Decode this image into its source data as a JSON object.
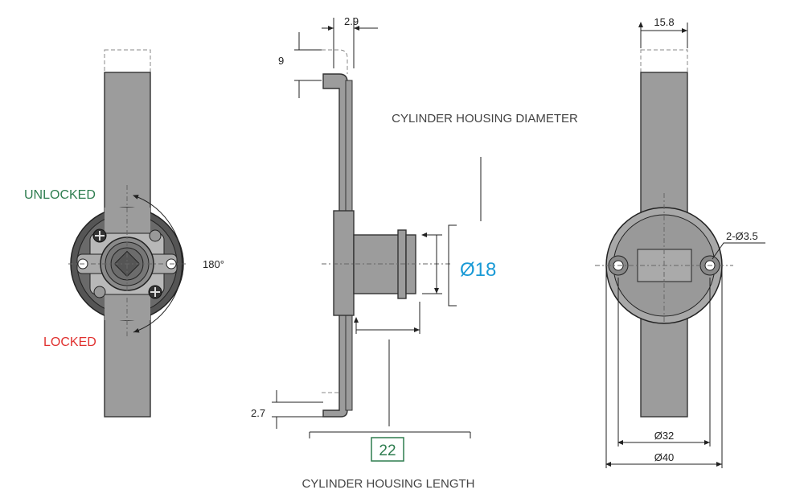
{
  "labels": {
    "unlocked": "UNLOCKED",
    "locked": "LOCKED",
    "rotation": "180°",
    "housing_diameter": "CYLINDER HOUSING DIAMETER",
    "housing_length": "CYLINDER HOUSING LENGTH"
  },
  "dimensions": {
    "plate_thickness_top": "2.9",
    "offset_top": "9",
    "plate_thickness_bottom": "2.7",
    "housing_length": "22",
    "housing_diameter": "Ø18",
    "bar_width": "15.8",
    "holes": "2-Ø3.5",
    "inner_diameter": "Ø32",
    "outer_diameter": "Ø40"
  },
  "colors": {
    "unlocked": "#2e7d4f",
    "locked": "#e0312f",
    "accent": "#1a9ad6",
    "part": "#9c9c9c"
  }
}
